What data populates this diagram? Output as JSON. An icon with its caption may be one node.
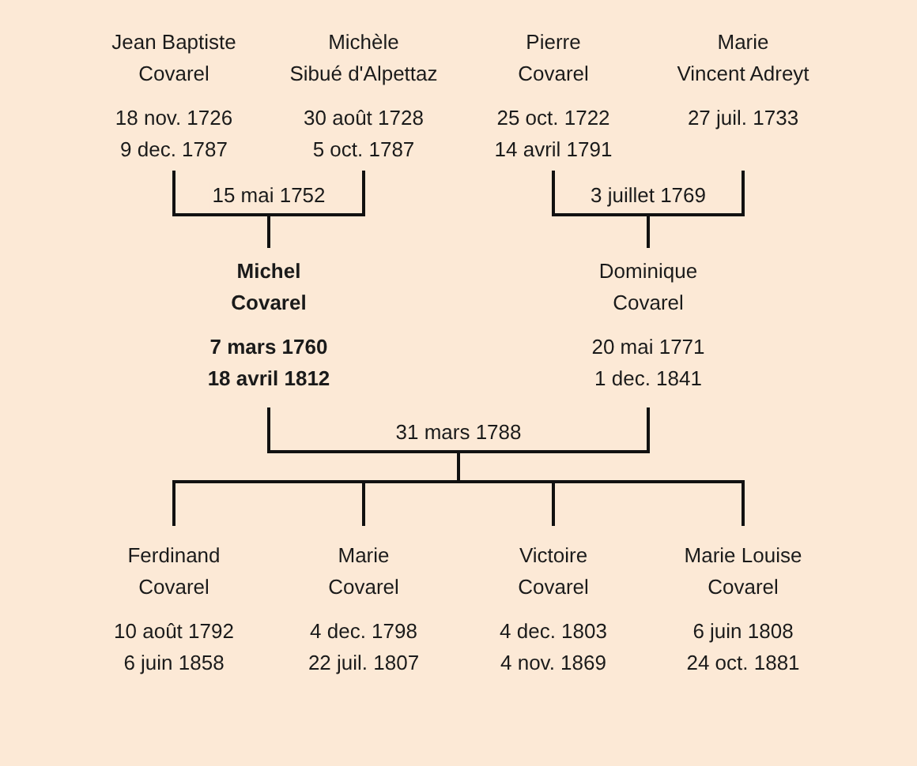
{
  "diagram": {
    "nodes": [
      {
        "text": [
          "Jean Baptiste",
          "Covarel",
          "18 nov. 1726",
          "9 dec. 1787"
        ]
      },
      {
        "text": [
          "Michèle",
          "Sibué d'Alpettaz",
          "30 août 1728",
          "5 oct. 1787"
        ]
      },
      {
        "text": [
          "Pierre",
          "Covarel",
          "25 oct. 1722",
          "14 avril 1791"
        ]
      },
      {
        "text": [
          "Marie",
          "Vincent Adreyt",
          "27 juil. 1733"
        ]
      },
      {
        "text": [
          "Michel",
          "Covarel",
          "7 mars 1760",
          "18 avril 1812"
        ]
      },
      {
        "text": [
          "Dominique",
          "Covarel",
          "20 mai 1771",
          "1 dec. 1841"
        ]
      },
      {
        "text": [
          "Ferdinand",
          "Covarel",
          "10 août 1792",
          "6 juin 1858"
        ]
      },
      {
        "text": [
          "Marie",
          "Covarel",
          "4 dec. 1798",
          "22 juil. 1807"
        ]
      },
      {
        "text": [
          "Victoire",
          "Covarel",
          "4 dec. 1803",
          "4 nov. 1869"
        ]
      },
      {
        "text": [
          "Marie Louise",
          "Covarel",
          "6 juin 1808",
          "24 oct. 1881"
        ]
      }
    ],
    "edges": [
      {
        "from": 0,
        "to": 4,
        "arrow": "none",
        "label": "15 mai 1752"
      },
      {
        "from": 1,
        "to": 4,
        "arrow": "none"
      },
      {
        "from": 2,
        "to": 5,
        "arrow": "none",
        "label": "3 juillet 1769"
      },
      {
        "from": 3,
        "to": 5,
        "arrow": "none"
      },
      {
        "from": 4,
        "to": 6,
        "arrow": "none",
        "label": "31 mars 1788"
      },
      {
        "from": 5,
        "to": 6,
        "arrow": "none"
      },
      {
        "from": 4,
        "to": 7,
        "arrow": "none"
      },
      {
        "from": 5,
        "to": 7,
        "arrow": "none"
      },
      {
        "from": 4,
        "to": 8,
        "arrow": "none"
      },
      {
        "from": 5,
        "to": 8,
        "arrow": "none"
      },
      {
        "from": 4,
        "to": 9,
        "arrow": "none"
      },
      {
        "from": 5,
        "to": 9,
        "arrow": "none"
      }
    ]
  }
}
